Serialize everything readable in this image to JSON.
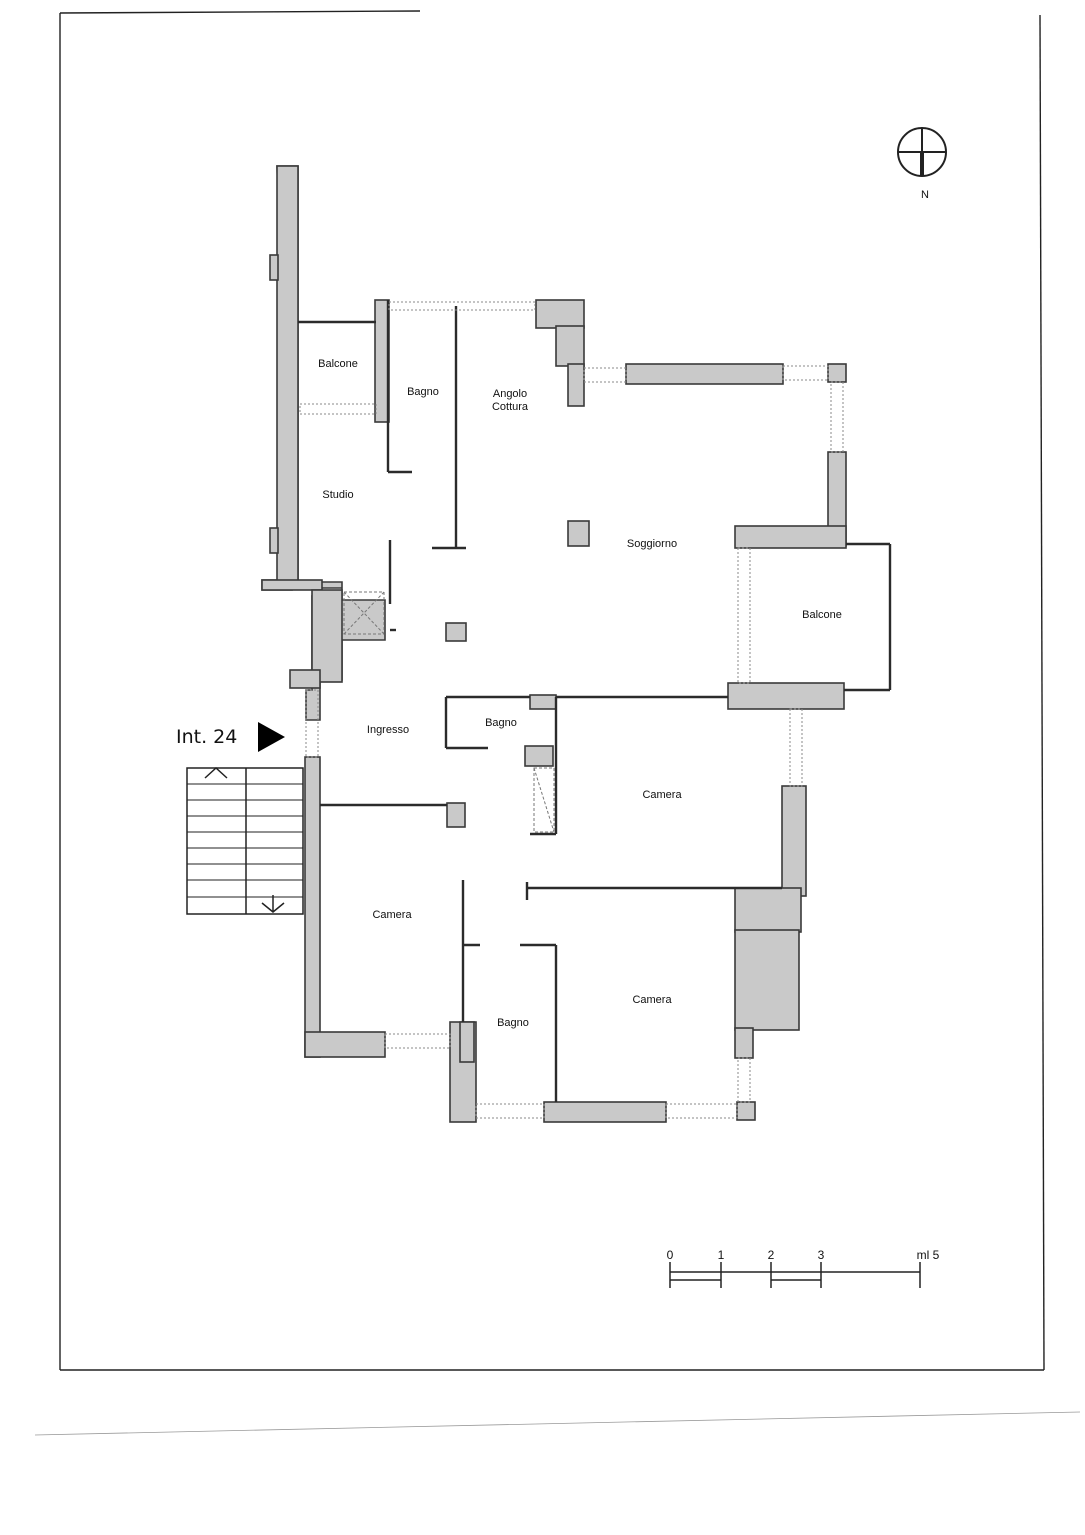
{
  "rooms": {
    "balcone_top": "Balcone",
    "bagno_top": "Bagno",
    "angolo_line1": "Angolo",
    "angolo_line2": "Cottura",
    "studio": "Studio",
    "soggiorno": "Soggiorno",
    "balcone_right": "Balcone",
    "ingresso": "Ingresso",
    "bagno_mid": "Bagno",
    "camera_right_top": "Camera",
    "camera_left": "Camera",
    "bagno_bottom": "Bagno",
    "camera_right_bottom": "Camera"
  },
  "entrance": {
    "label": "Int. 24"
  },
  "compass": {
    "north": "N"
  },
  "scale_bar": {
    "ticks": [
      "0",
      "1",
      "2",
      "3",
      "ml 5"
    ]
  }
}
